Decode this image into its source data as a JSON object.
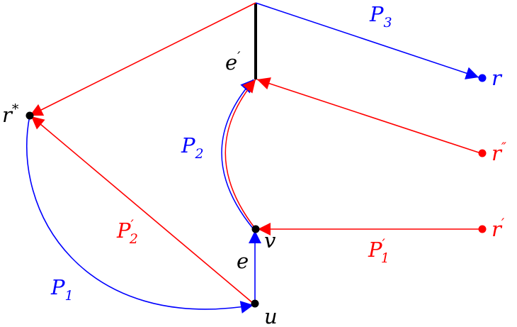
{
  "colors": {
    "blue": "#0000ff",
    "red": "#ff0000",
    "black": "#000000"
  },
  "vertices": {
    "r_star": {
      "label": "r",
      "sup": "*"
    },
    "r": {
      "label": "r",
      "sup": ""
    },
    "r_double_prime": {
      "label": "r",
      "sup": "″"
    },
    "r_prime": {
      "label": "r",
      "sup": "′"
    },
    "v": {
      "label": "v"
    },
    "u": {
      "label": "u"
    }
  },
  "edges": {
    "e": {
      "label": "e"
    },
    "e_prime": {
      "label": "e",
      "sup": "′"
    }
  },
  "paths": {
    "P1": {
      "label": "P",
      "sub": "1",
      "sup": ""
    },
    "P2": {
      "label": "P",
      "sub": "2",
      "sup": ""
    },
    "P3": {
      "label": "P",
      "sub": "3",
      "sup": ""
    },
    "P1_prime": {
      "label": "P",
      "sub": "1",
      "sup": "′"
    },
    "P2_prime": {
      "label": "P",
      "sub": "2",
      "sup": "′"
    }
  }
}
